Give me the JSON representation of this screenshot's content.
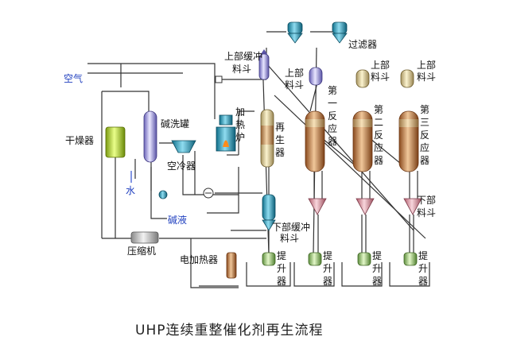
{
  "labels": {
    "air": "空气",
    "dryer": "干燥器",
    "caustic_wash_tank": "碱洗罐",
    "air_cooler": "空冷器",
    "water": "水",
    "caustic_liquid": "碱液",
    "compressor": "压缩机",
    "heating_furnace": [
      "加",
      "热",
      "炉"
    ],
    "regenerator": [
      "再",
      "生",
      "器"
    ],
    "upper_buffer_hopper": [
      "上部缓冲",
      "料斗"
    ],
    "lower_buffer_hopper": [
      "下部缓冲",
      "料斗"
    ],
    "filter": "过滤器",
    "upper_hopper": [
      "上部",
      "料斗"
    ],
    "reactor_1": [
      "第",
      "一",
      "反",
      "应",
      "器"
    ],
    "reactor_2": [
      "第",
      "二",
      "反",
      "应",
      "器"
    ],
    "reactor_3": [
      "第",
      "三",
      "反",
      "应",
      "器"
    ],
    "lower_hopper": [
      "下部",
      "料斗"
    ],
    "electric_heater": "电加热器",
    "lifter": [
      "提",
      "升",
      "器"
    ]
  },
  "caption": "UHP连续重整催化剂再生流程"
}
